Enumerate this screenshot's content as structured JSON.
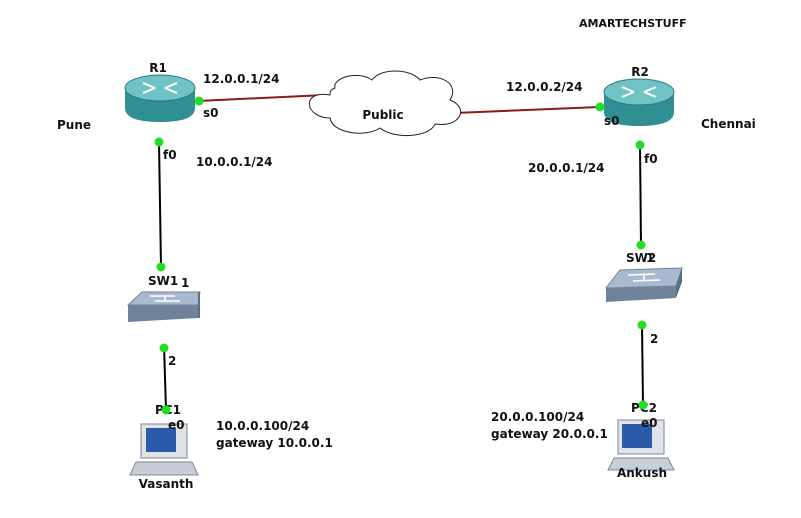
{
  "brand": "AMARTECHSTUFF",
  "colors": {
    "router_body": "#2f8f93",
    "router_top": "#6fc3c5",
    "wan_link": "#8b1a1a",
    "lan_link": "#000000",
    "port_dot": "#22dd22",
    "switch_body": "#8ea2b8"
  },
  "routers": {
    "r1": {
      "name": "R1",
      "site": "Pune",
      "wan_port": "s0",
      "wan_ip": "12.0.0.1/24",
      "lan_port": "f0",
      "lan_ip": "10.0.0.1/24"
    },
    "r2": {
      "name": "R2",
      "site": "Chennai",
      "wan_port": "s0",
      "wan_ip": "12.0.0.2/24",
      "lan_port": "f0",
      "lan_ip": "20.0.0.1/24"
    }
  },
  "cloud": {
    "label": "Public"
  },
  "switches": {
    "sw1": {
      "name": "SW1",
      "uplink_port": "1",
      "downlink_port": "2"
    },
    "sw2": {
      "name": "SW2",
      "uplink_port": "1",
      "downlink_port": "2"
    }
  },
  "pcs": {
    "pc1": {
      "name": "PC1",
      "port": "e0",
      "user": "Vasanth",
      "ip": "10.0.0.100/24",
      "gateway": "gateway 10.0.0.1"
    },
    "pc2": {
      "name": "PC2",
      "port": "e0",
      "user": "Ankush",
      "ip": "20.0.0.100/24",
      "gateway": "gateway 20.0.0.1"
    }
  }
}
